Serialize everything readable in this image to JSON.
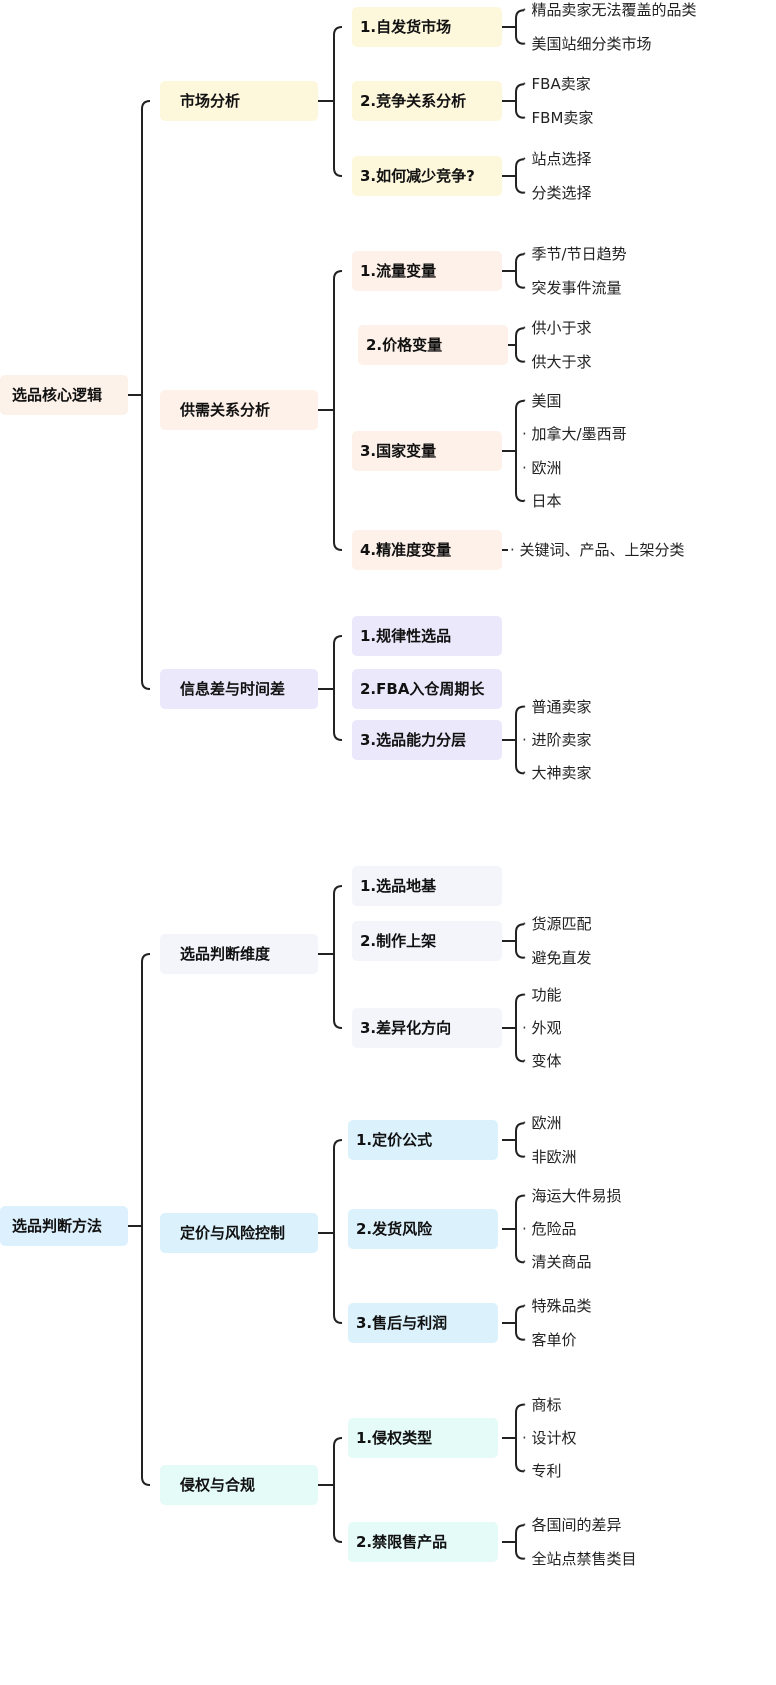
{
  "roots": [
    {
      "label": "选品核心逻辑",
      "color": "#fdf2ea",
      "children": [
        {
          "label": "市场分析",
          "color": "#fdf7dc",
          "children": [
            {
              "label": "1.自发货市场",
              "leaves": [
                "精品卖家无法覆盖的品类",
                "美国站细分类市场"
              ]
            },
            {
              "label": "2.竞争关系分析",
              "leaves": [
                "FBA卖家",
                "FBM卖家"
              ]
            },
            {
              "label": "3.如何减少竞争?",
              "leaves": [
                "站点选择",
                "分类选择"
              ]
            }
          ]
        },
        {
          "label": "供需关系分析",
          "color": "#fdf1e9",
          "children": [
            {
              "label": "1.流量变量",
              "leaves": [
                "季节/节日趋势",
                "突发事件流量"
              ]
            },
            {
              "label": "2.价格变量",
              "leaves": [
                "供小于求",
                "供大于求"
              ]
            },
            {
              "label": "3.国家变量",
              "leaves": [
                "美国",
                "加拿大/墨西哥",
                "欧洲",
                "日本"
              ]
            },
            {
              "label": "4.精准度变量",
              "leaves": [
                "关键词、产品、上架分类"
              ]
            }
          ]
        },
        {
          "label": "信息差与时间差",
          "color": "#ece8fc",
          "children": [
            {
              "label": "1.规律性选品",
              "leaves": []
            },
            {
              "label": "2.FBA入仓周期长",
              "leaves": []
            },
            {
              "label": "3.选品能力分层",
              "leaves": [
                "普通卖家",
                "进阶卖家",
                "大神卖家"
              ]
            }
          ]
        }
      ]
    },
    {
      "label": "选品判断方法",
      "color": "#dcf0fd",
      "children": [
        {
          "label": "选品判断维度",
          "color": "#f3f5fb",
          "children": [
            {
              "label": "1.选品地基",
              "leaves": []
            },
            {
              "label": "2.制作上架",
              "leaves": [
                "货源匹配",
                "避免直发"
              ]
            },
            {
              "label": "3.差异化方向",
              "leaves": [
                "功能",
                "外观",
                "变体"
              ]
            }
          ]
        },
        {
          "label": "定价与风险控制",
          "color": "#dbf2fd",
          "children": [
            {
              "label": "1.定价公式",
              "leaves": [
                "欧洲",
                "非欧洲"
              ]
            },
            {
              "label": "2.发货风险",
              "leaves": [
                "海运大件易损",
                "危险品",
                "清关商品"
              ]
            },
            {
              "label": "3.售后与利润",
              "leaves": [
                "特殊品类",
                "客单价"
              ]
            }
          ]
        },
        {
          "label": "侵权与合规",
          "color": "#e4fbf8",
          "children": [
            {
              "label": "1.侵权类型",
              "leaves": [
                "商标",
                "设计权",
                "专利"
              ]
            },
            {
              "label": "2.禁限售产品",
              "leaves": [
                "各国间的差异",
                "全站点禁售类目"
              ]
            }
          ]
        }
      ]
    }
  ],
  "line_color": "#222222"
}
